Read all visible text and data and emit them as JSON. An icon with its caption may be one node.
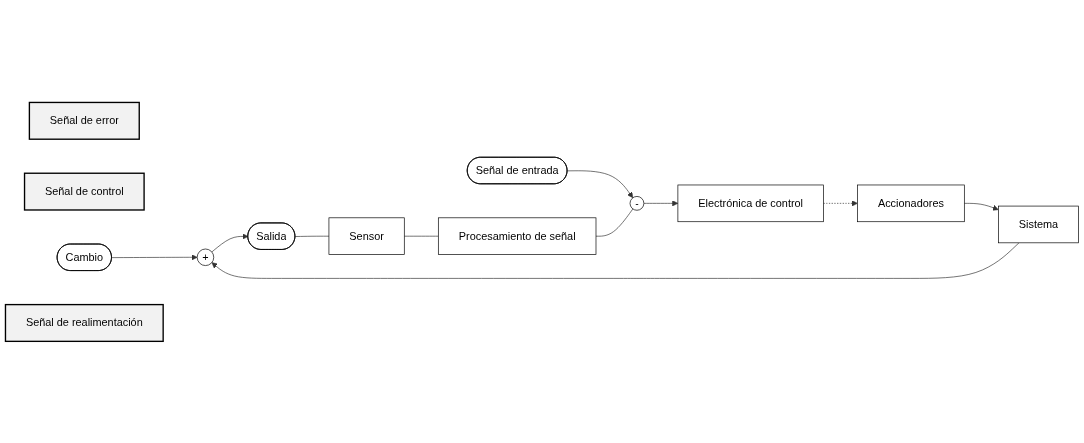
{
  "diagram": {
    "nodes": [
      {
        "text": [
          "Señal de error"
        ]
      },
      {
        "text": [
          "Señal de control"
        ]
      },
      {
        "text": [
          "Cambio"
        ]
      },
      {
        "text": [
          "Señal de entrada"
        ]
      },
      {
        "text": [
          "-"
        ]
      },
      {
        "text": [
          "Electrónica de control"
        ]
      },
      {
        "text": [
          "Accionadores"
        ]
      },
      {
        "text": [
          "Sistema"
        ]
      },
      {
        "text": [
          "+"
        ]
      },
      {
        "text": [
          "Salida"
        ]
      },
      {
        "text": [
          "Procesamiento de señal"
        ]
      },
      {
        "text": [
          "Sensor"
        ]
      },
      {
        "text": [
          "Señal de realimentación"
        ]
      }
    ],
    "edges": [
      {
        "from": 3,
        "to": 4,
        "arrow": "to"
      },
      {
        "from": 4,
        "to": 5,
        "arrow": "to"
      },
      {
        "from": 5,
        "to": 6,
        "arrow": "to",
        "style": "dashed"
      },
      {
        "from": 6,
        "to": 7,
        "arrow": "to"
      },
      {
        "from": 7,
        "to": 8,
        "arrow": "to"
      },
      {
        "from": 2,
        "to": 8,
        "arrow": "to"
      },
      {
        "from": 8,
        "to": 9,
        "arrow": "to"
      },
      {
        "from": 9,
        "to": 11,
        "arrow": "none"
      },
      {
        "from": 11,
        "to": 10,
        "arrow": "none"
      },
      {
        "from": 10,
        "to": 4,
        "arrow": "none"
      }
    ]
  }
}
